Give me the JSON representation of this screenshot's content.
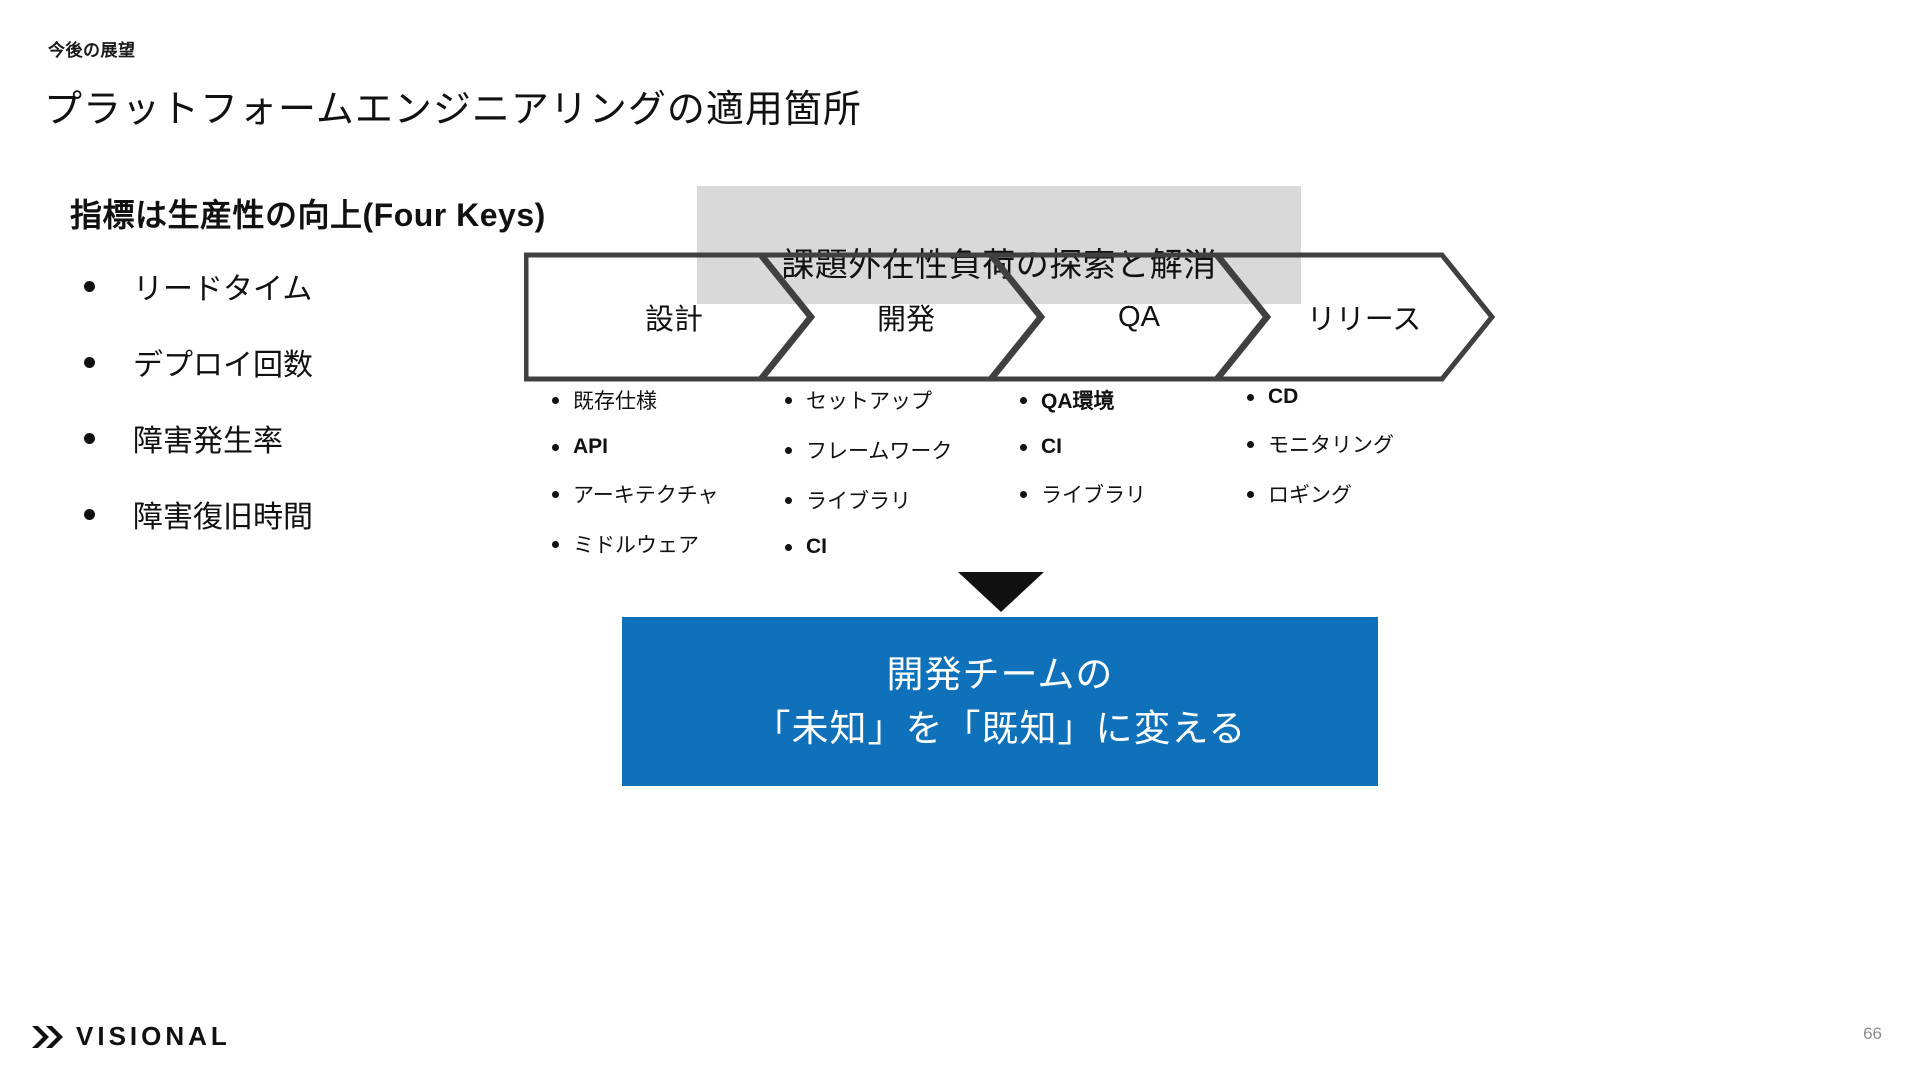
{
  "header": {
    "eyebrow": "今後の展望",
    "title": "プラットフォームエンジニアリングの適用箇所"
  },
  "left_panel": {
    "heading": "指標は生産性の向上(Four Keys)",
    "items": [
      {
        "label": "リードタイム"
      },
      {
        "label": "デプロイ回数"
      },
      {
        "label": "障害発生率"
      },
      {
        "label": "障害復旧時間"
      }
    ]
  },
  "banner": {
    "label": "課題外在性負荷の探索と解消",
    "color": "#d9d9d9"
  },
  "process": {
    "stages": [
      {
        "label": "設計"
      },
      {
        "label": "開発"
      },
      {
        "label": "QA"
      },
      {
        "label": "リリース"
      }
    ],
    "stroke_color": "#404040",
    "columns": [
      {
        "stage": "設計",
        "items": [
          {
            "text": "既存仕様",
            "bold": false
          },
          {
            "text": "API",
            "bold": true
          },
          {
            "text": "アーキテクチャ",
            "bold": false
          },
          {
            "text": "ミドルウェア",
            "bold": false
          }
        ]
      },
      {
        "stage": "開発",
        "items": [
          {
            "text": "セットアップ",
            "bold": false
          },
          {
            "text": "フレームワーク",
            "bold": false
          },
          {
            "text": "ライブラリ",
            "bold": false
          },
          {
            "text": "CI",
            "bold": true
          }
        ]
      },
      {
        "stage": "QA",
        "items": [
          {
            "text": "QA環境",
            "bold": true
          },
          {
            "text": "CI",
            "bold": true
          },
          {
            "text": "ライブラリ",
            "bold": false
          }
        ]
      },
      {
        "stage": "リリース",
        "items": [
          {
            "text": "CD",
            "bold": true
          },
          {
            "text": "モニタリング",
            "bold": false
          },
          {
            "text": "ロギング",
            "bold": false
          }
        ]
      }
    ]
  },
  "conclusion": {
    "line1": "開発チームの",
    "line2": "「未知」を「既知」に変える",
    "color": "#0f71b9",
    "text_color": "#ffffff"
  },
  "footer": {
    "brand": "VISIONAL",
    "page_number": "66"
  }
}
